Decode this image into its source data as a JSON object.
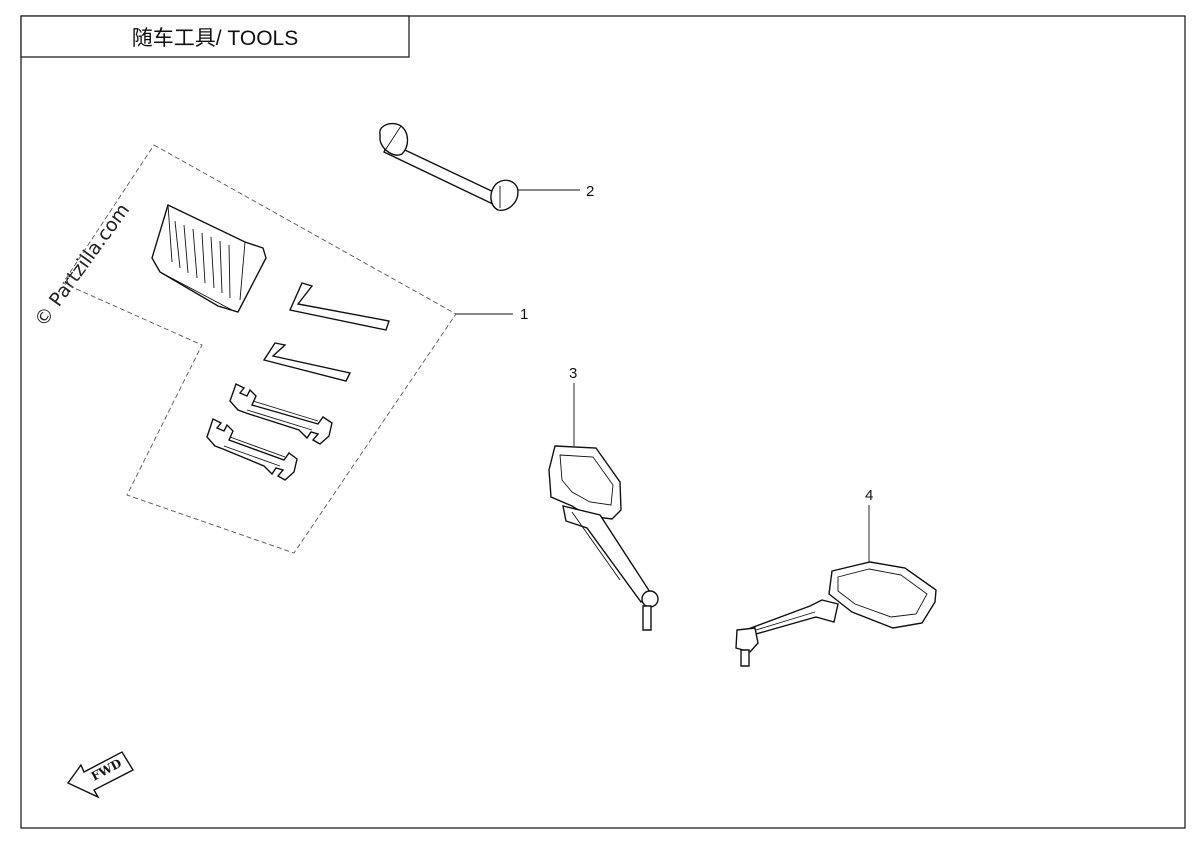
{
  "title": "随车工具/ TOOLS",
  "watermark": "© Partzilla.com",
  "forward_label": "FWD",
  "callouts": [
    "1",
    "2",
    "3",
    "4"
  ]
}
